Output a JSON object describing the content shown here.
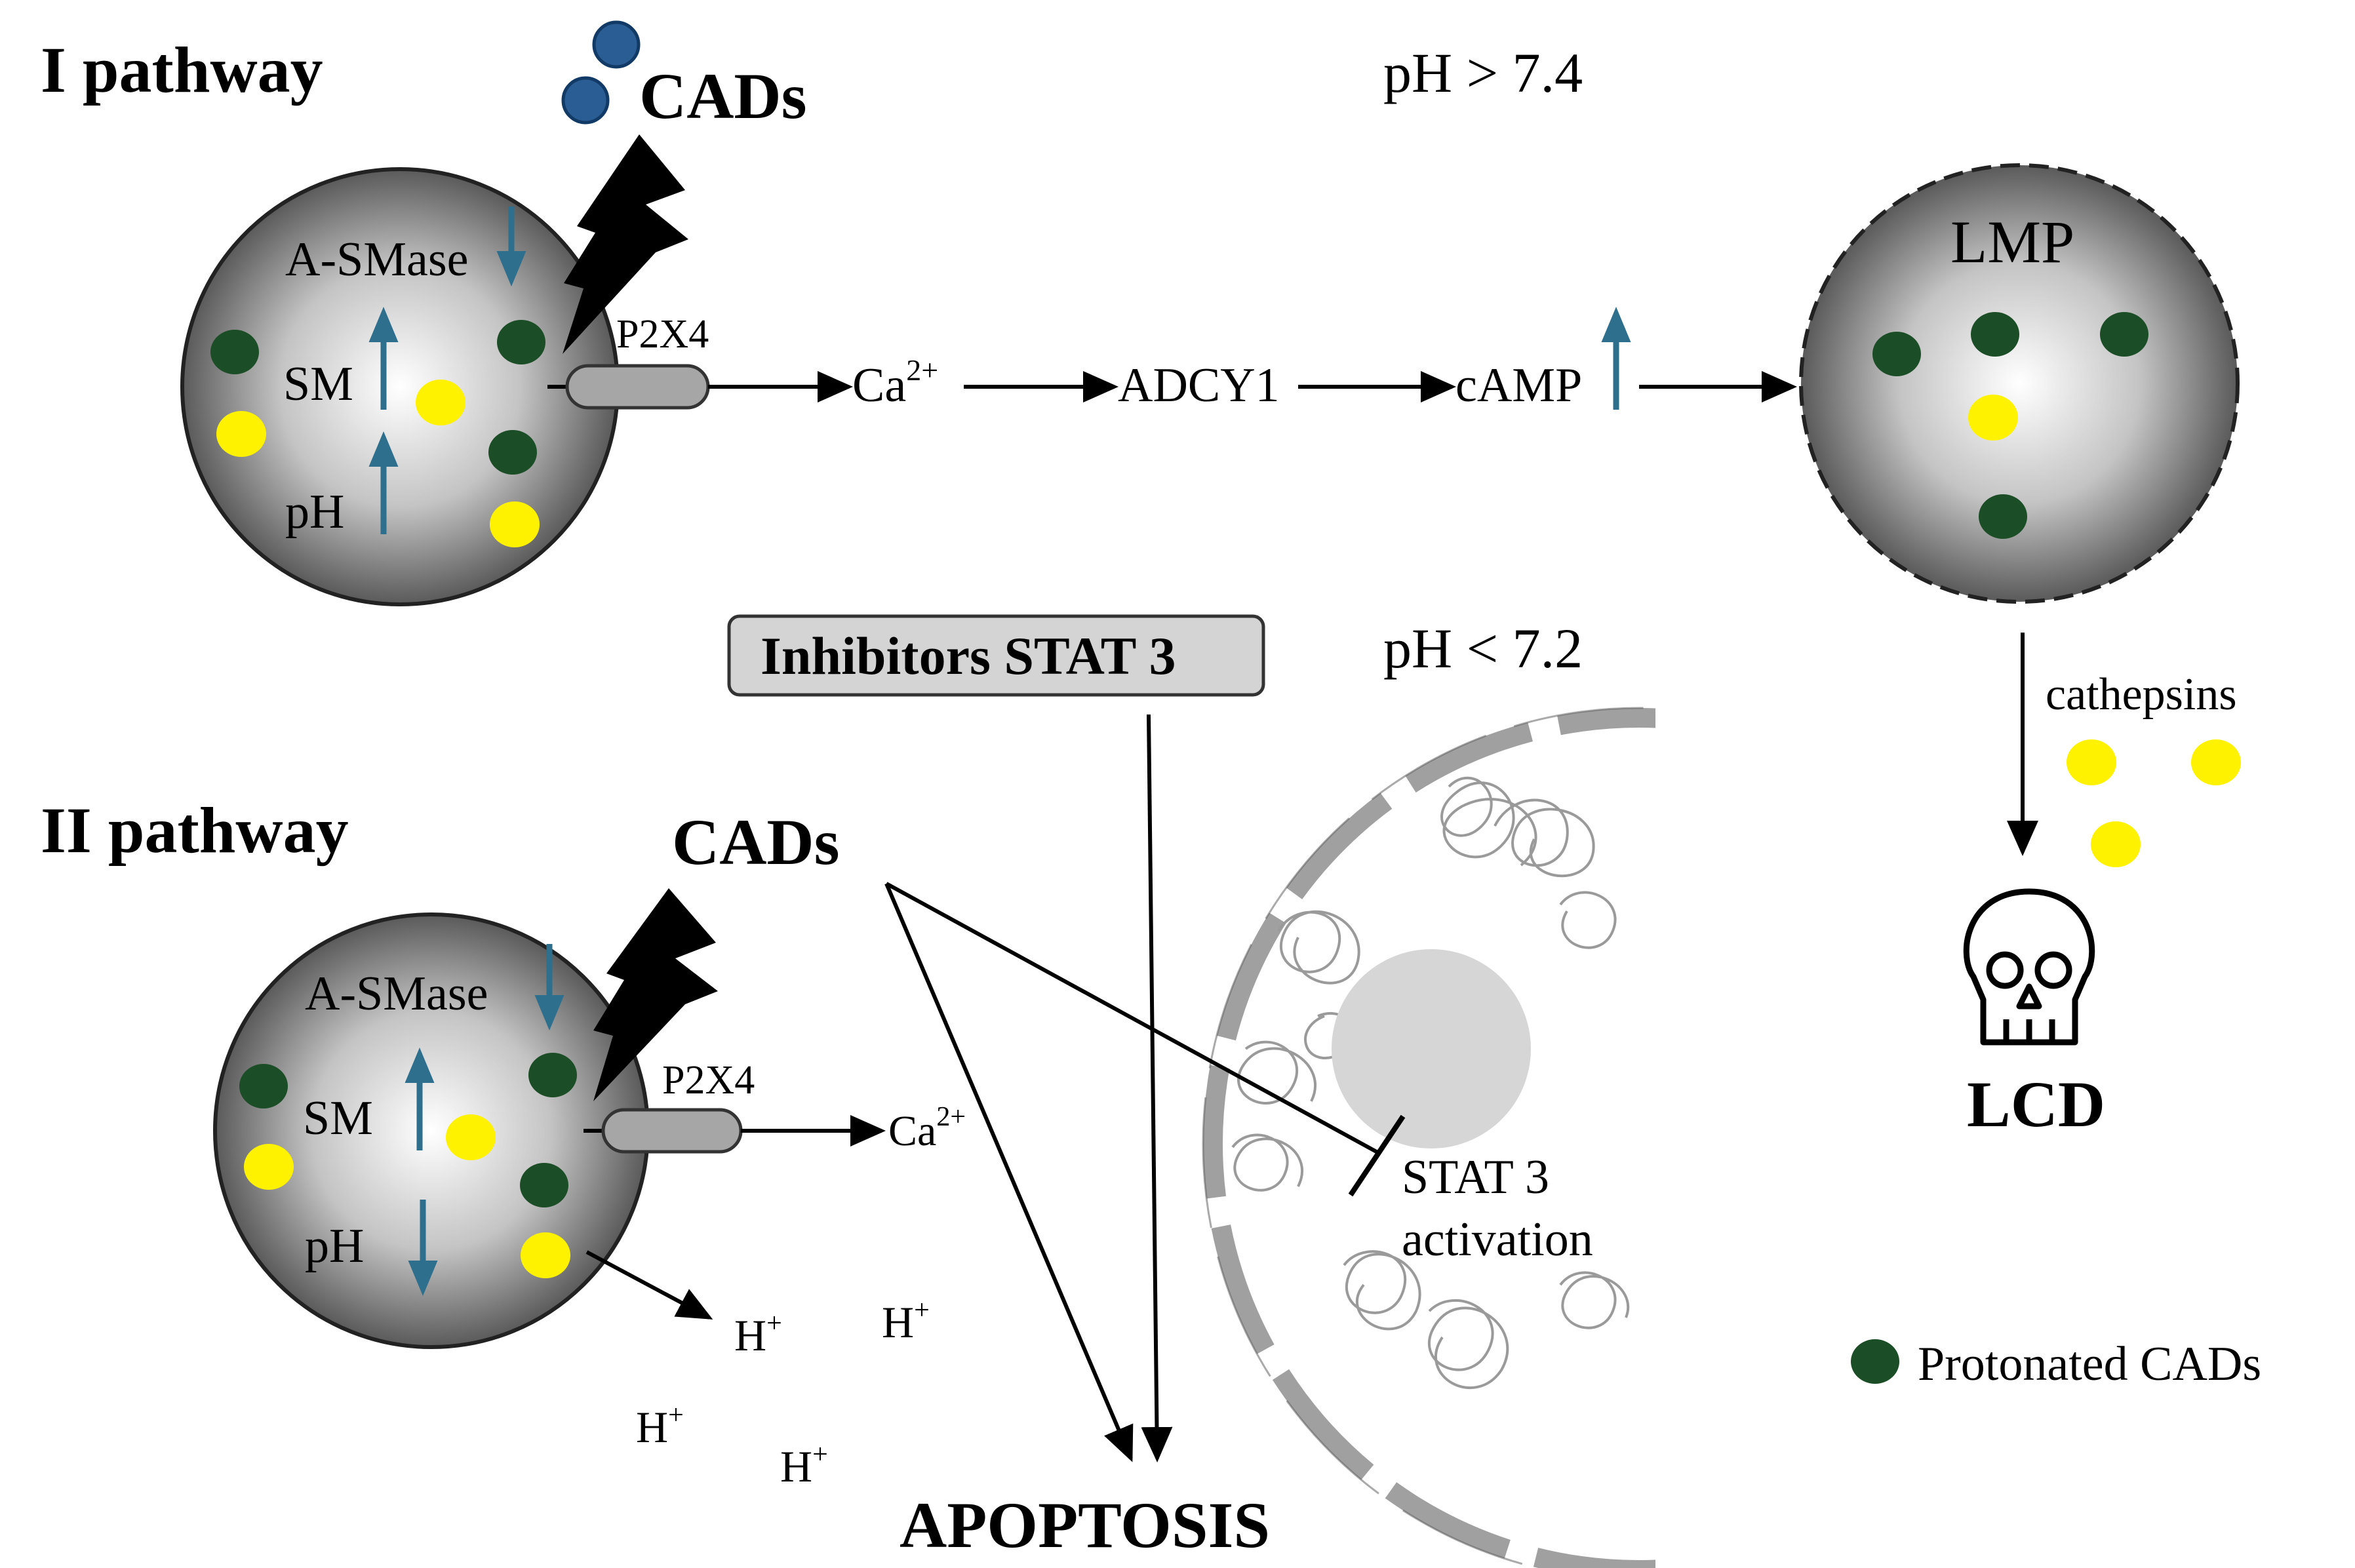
{
  "pathway1": {
    "title": "I pathway",
    "cads": "CADs",
    "ph_condition": "pH > 7.4",
    "lysosome_labels": {
      "asmase": "A-SMase",
      "sm": "SM",
      "ph": "pH"
    },
    "receptor": "P2X4",
    "ca": "Ca",
    "ca_sup": "2+",
    "adcy": "ADCY1",
    "camp": "cAMP",
    "lmp": "LMP",
    "cathepsins": "cathepsins",
    "lcd": "LCD"
  },
  "pathway2": {
    "title": "II pathway",
    "inhibitors": "Inhibitors STAT 3",
    "ph_condition": "pH < 7.2",
    "cads": "CADs",
    "lysosome_labels": {
      "asmase": "A-SMase",
      "sm": "SM",
      "ph": "pH"
    },
    "receptor": "P2X4",
    "ca": "Ca",
    "ca_sup": "2+",
    "h": "H",
    "h_sup": "+",
    "stat3_line1": "STAT 3",
    "stat3_line2": "activation",
    "apoptosis": "APOPTOSIS"
  },
  "legend": {
    "protonated": "Protonated CADs"
  },
  "colors": {
    "dark_green": "#1b4d26",
    "yellow": "#fff200",
    "blue_dot": "#2a5d94",
    "arrow_blue": "#2e6f8e",
    "receptor_gray": "#a6a6a6",
    "nucleolus_gray": "#d6d6d6",
    "envelope_gray": "#a0a0a0"
  },
  "icons": [
    "lightning-icon",
    "skull-icon",
    "up-arrow-icon",
    "down-arrow-icon"
  ]
}
